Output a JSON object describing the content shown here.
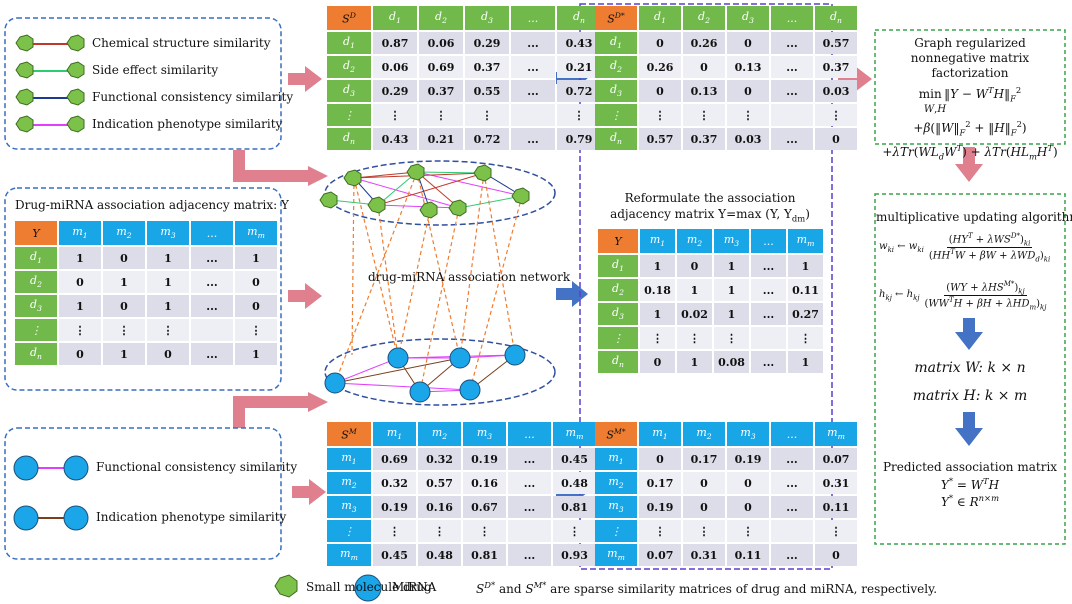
{
  "drug_similarity_box": {
    "items": [
      {
        "label": "Chemical structure similarity",
        "line_color": "#c0392b"
      },
      {
        "label": "Side effect similarity",
        "line_color": "#2ecc71"
      },
      {
        "label": "Functional consistency similarity",
        "line_color": "#1f3a93"
      },
      {
        "label": "Indication phenotype similarity",
        "line_color": "#e040fb"
      }
    ]
  },
  "mirna_similarity_box": {
    "items": [
      {
        "label": "Functional consistency similarity",
        "line_color": "#e040fb"
      },
      {
        "label": "Indication phenotype similarity",
        "line_color": "#7b3f1e"
      }
    ]
  },
  "adjacency_title": "Drug-miRNA association adjacency matrix: Y",
  "network_label": "drug-miRNA association network",
  "reformulate_text": [
    "Reformulate the association",
    "adjacency matrix Y=max (Y, Y",
    "dm",
    ")"
  ],
  "matrices": {
    "SD": {
      "corner": "S",
      "corner_sup": "D",
      "cols": [
        "d1",
        "d2",
        "d3",
        "...",
        "dn"
      ],
      "rows": [
        {
          "h": "d1",
          "v": [
            "0.87",
            "0.06",
            "0.29",
            "...",
            "0.43"
          ]
        },
        {
          "h": "d2",
          "v": [
            "0.06",
            "0.69",
            "0.37",
            "...",
            "0.21"
          ]
        },
        {
          "h": "d3",
          "v": [
            "0.29",
            "0.37",
            "0.55",
            "...",
            "0.72"
          ]
        },
        {
          "h": "⋮",
          "v": [
            "⋮",
            "⋮",
            "⋮",
            "",
            "⋮"
          ]
        },
        {
          "h": "dn",
          "v": [
            "0.43",
            "0.21",
            "0.72",
            "...",
            "0.79"
          ]
        }
      ]
    },
    "SDs": {
      "corner": "S",
      "corner_sup": "D*",
      "cols": [
        "d1",
        "d2",
        "d3",
        "...",
        "dn"
      ],
      "rows": [
        {
          "h": "d1",
          "v": [
            "0",
            "0.26",
            "0",
            "...",
            "0.57"
          ]
        },
        {
          "h": "d2",
          "v": [
            "0.26",
            "0",
            "0.13",
            "...",
            "0.37"
          ]
        },
        {
          "h": "d3",
          "v": [
            "0",
            "0.13",
            "0",
            "...",
            "0.03"
          ]
        },
        {
          "h": "⋮",
          "v": [
            "⋮",
            "⋮",
            "⋮",
            "",
            "⋮"
          ]
        },
        {
          "h": "dn",
          "v": [
            "0.57",
            "0.37",
            "0.03",
            "...",
            "0"
          ]
        }
      ]
    },
    "Y": {
      "corner": "Y",
      "corner_sup": "",
      "cols": [
        "m1",
        "m2",
        "m3",
        "...",
        "mm"
      ],
      "rows": [
        {
          "h": "d1",
          "v": [
            "1",
            "0",
            "1",
            "...",
            "1"
          ]
        },
        {
          "h": "d2",
          "v": [
            "0",
            "1",
            "1",
            "...",
            "0"
          ]
        },
        {
          "h": "d3",
          "v": [
            "1",
            "0",
            "1",
            "...",
            "0"
          ]
        },
        {
          "h": "⋮",
          "v": [
            "⋮",
            "⋮",
            "⋮",
            "",
            "⋮"
          ]
        },
        {
          "h": "dn",
          "v": [
            "0",
            "1",
            "0",
            "...",
            "1"
          ]
        }
      ]
    },
    "Y2": {
      "corner": "Y",
      "corner_sup": "",
      "cols": [
        "m1",
        "m2",
        "m3",
        "...",
        "mm"
      ],
      "rows": [
        {
          "h": "d1",
          "v": [
            "1",
            "0",
            "1",
            "...",
            "1"
          ]
        },
        {
          "h": "d2",
          "v": [
            "0.18",
            "1",
            "1",
            "...",
            "0.11"
          ]
        },
        {
          "h": "d3",
          "v": [
            "1",
            "0.02",
            "1",
            "...",
            "0.27"
          ]
        },
        {
          "h": "⋮",
          "v": [
            "⋮",
            "⋮",
            "⋮",
            "",
            "⋮"
          ]
        },
        {
          "h": "dn",
          "v": [
            "0",
            "1",
            "0.08",
            "...",
            "1"
          ]
        }
      ]
    },
    "SM": {
      "corner": "S",
      "corner_sup": "M",
      "cols": [
        "m1",
        "m2",
        "m3",
        "...",
        "mm"
      ],
      "rows": [
        {
          "h": "m1",
          "v": [
            "0.69",
            "0.32",
            "0.19",
            "...",
            "0.45"
          ]
        },
        {
          "h": "m2",
          "v": [
            "0.32",
            "0.57",
            "0.16",
            "...",
            "0.48"
          ]
        },
        {
          "h": "m3",
          "v": [
            "0.19",
            "0.16",
            "0.67",
            "...",
            "0.81"
          ]
        },
        {
          "h": "⋮",
          "v": [
            "⋮",
            "⋮",
            "⋮",
            "",
            "⋮"
          ]
        },
        {
          "h": "mm",
          "v": [
            "0.45",
            "0.48",
            "0.81",
            "...",
            "0.93"
          ]
        }
      ]
    },
    "SMs": {
      "corner": "S",
      "corner_sup": "M*",
      "cols": [
        "m1",
        "m2",
        "m3",
        "...",
        "mm"
      ],
      "rows": [
        {
          "h": "m1",
          "v": [
            "0",
            "0.17",
            "0.19",
            "...",
            "0.07"
          ]
        },
        {
          "h": "m2",
          "v": [
            "0.17",
            "0",
            "0",
            "...",
            "0.31"
          ]
        },
        {
          "h": "m3",
          "v": [
            "0.19",
            "0",
            "0",
            "...",
            "0.11"
          ]
        },
        {
          "h": "⋮",
          "v": [
            "⋮",
            "⋮",
            "⋮",
            "",
            "⋮"
          ]
        },
        {
          "h": "mm",
          "v": [
            "0.07",
            "0.31",
            "0.11",
            "...",
            "0"
          ]
        }
      ]
    }
  },
  "right_panel": {
    "gr_title": [
      "Graph regularized",
      "nonnegative matrix factorization"
    ],
    "mult_title": "multiplicative updating algorithm",
    "matrix_w": "matrix W:  k × n",
    "matrix_h": "matrix H:  k × m",
    "predicted_title": "Predicted association matrix"
  },
  "legend": {
    "drug": "Small molecule drug",
    "mirna": "MiRNA",
    "note_suffix": " are sparse similarity matrices of drug and miRNA, respectively."
  },
  "colors": {
    "arrow_pink": "#e0808f",
    "arrow_blue": "#4472c4",
    "drug_node": "#7cc24a",
    "mirna_node": "#1aa6e8",
    "orange": "#ee7d31"
  }
}
